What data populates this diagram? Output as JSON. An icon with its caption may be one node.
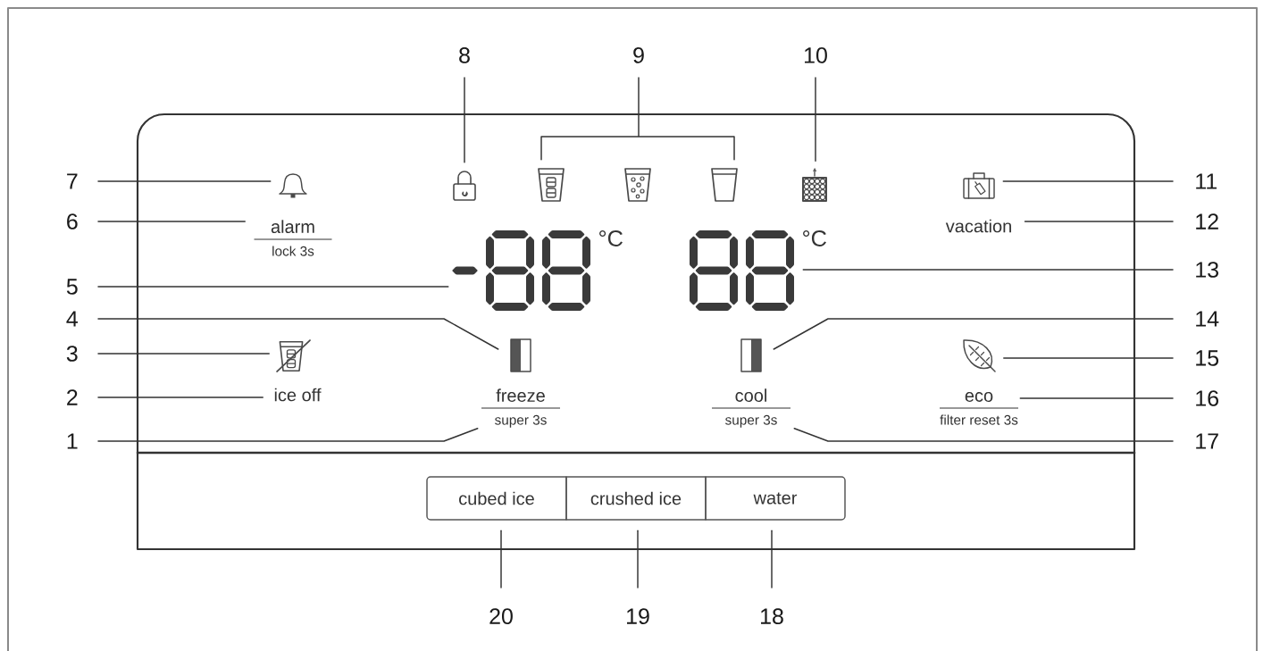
{
  "diagram": {
    "nodes": [
      {
        "text": [
          "8"
        ]
      },
      {
        "text": [
          "9"
        ]
      },
      {
        "text": [
          "10"
        ]
      },
      {
        "text": [],
        "shape": "box"
      },
      {
        "text": [
          "7"
        ]
      },
      {
        "text": [],
        "shape": "picture",
        "in": 3
      },
      {
        "text": [],
        "shape": "picture",
        "in": 3
      },
      {
        "text": [],
        "shape": "picture",
        "in": 3
      },
      {
        "text": [],
        "shape": "picture",
        "in": 3
      },
      {
        "text": [],
        "shape": "picture",
        "in": 3
      },
      {
        "text": [],
        "shape": "picture",
        "in": 3
      },
      {
        "text": [],
        "shape": "picture",
        "in": 3
      },
      {
        "text": [
          "11"
        ]
      },
      {
        "text": [
          "6"
        ]
      },
      {
        "text": [
          "alarm",
          "lock 3s"
        ],
        "in": 3
      },
      {
        "text": [
          "vacation"
        ],
        "in": 3
      },
      {
        "text": [
          "12"
        ]
      },
      {
        "text": [
          "5"
        ]
      },
      {
        "text": [],
        "shape": "picture",
        "beside": [
          "°C"
        ],
        "in": 3
      },
      {
        "text": [],
        "shape": "picture",
        "beside": [
          "°C"
        ],
        "in": 3
      },
      {
        "text": [
          "13"
        ]
      },
      {
        "text": [
          "4"
        ]
      },
      {
        "text": [],
        "shape": "box",
        "in": 3
      },
      {
        "text": [],
        "shape": "box",
        "in": 3
      },
      {
        "text": [
          "14"
        ]
      },
      {
        "text": [
          "3"
        ]
      },
      {
        "text": [],
        "shape": "picture",
        "in": 3
      },
      {
        "text": [],
        "shape": "picture",
        "in": 3
      },
      {
        "text": [
          "15"
        ]
      },
      {
        "text": [
          "2"
        ]
      },
      {
        "text": [
          "ice off"
        ],
        "in": 3
      },
      {
        "text": [
          "freeze",
          "super 3s"
        ],
        "in": 3
      },
      {
        "text": [
          "cool",
          "super 3s"
        ],
        "in": 3
      },
      {
        "text": [
          "eco",
          "filter reset 3s"
        ],
        "in": 3
      },
      {
        "text": [
          "16"
        ]
      },
      {
        "text": [
          "1"
        ]
      },
      {
        "text": [
          "17"
        ]
      },
      {
        "text": [
          "cubed ice"
        ],
        "in": 3
      },
      {
        "text": [
          "crushed ice"
        ],
        "in": 3
      },
      {
        "text": [
          "water"
        ],
        "in": 3
      },
      {
        "text": [
          "20"
        ]
      },
      {
        "text": [
          "19"
        ]
      },
      {
        "text": [
          "18"
        ]
      }
    ],
    "edges": [
      {
        "from": 0,
        "to": 6,
        "arrow": "none"
      },
      {
        "from": 1,
        "to": 7,
        "arrow": "none"
      },
      {
        "from": 1,
        "to": 9,
        "arrow": "none"
      },
      {
        "from": 2,
        "to": 10,
        "arrow": "none"
      },
      {
        "from": 4,
        "to": 5,
        "arrow": "none"
      },
      {
        "from": 12,
        "to": 11,
        "arrow": "none"
      },
      {
        "from": 13,
        "to": 14,
        "arrow": "none"
      },
      {
        "from": 16,
        "to": 15,
        "arrow": "none"
      },
      {
        "from": 17,
        "to": 18,
        "arrow": "none"
      },
      {
        "from": 20,
        "to": 19,
        "arrow": "none"
      },
      {
        "from": 21,
        "to": 22,
        "arrow": "none"
      },
      {
        "from": 24,
        "to": 23,
        "arrow": "none"
      },
      {
        "from": 25,
        "to": 26,
        "arrow": "none"
      },
      {
        "from": 28,
        "to": 27,
        "arrow": "none"
      },
      {
        "from": 29,
        "to": 30,
        "arrow": "none"
      },
      {
        "from": 34,
        "to": 33,
        "arrow": "none"
      },
      {
        "from": 35,
        "to": 31,
        "arrow": "none"
      },
      {
        "from": 36,
        "to": 32,
        "arrow": "none"
      },
      {
        "from": 40,
        "to": 37,
        "arrow": "none"
      },
      {
        "from": 41,
        "to": 38,
        "arrow": "none"
      },
      {
        "from": 42,
        "to": 39,
        "arrow": "none"
      }
    ]
  }
}
